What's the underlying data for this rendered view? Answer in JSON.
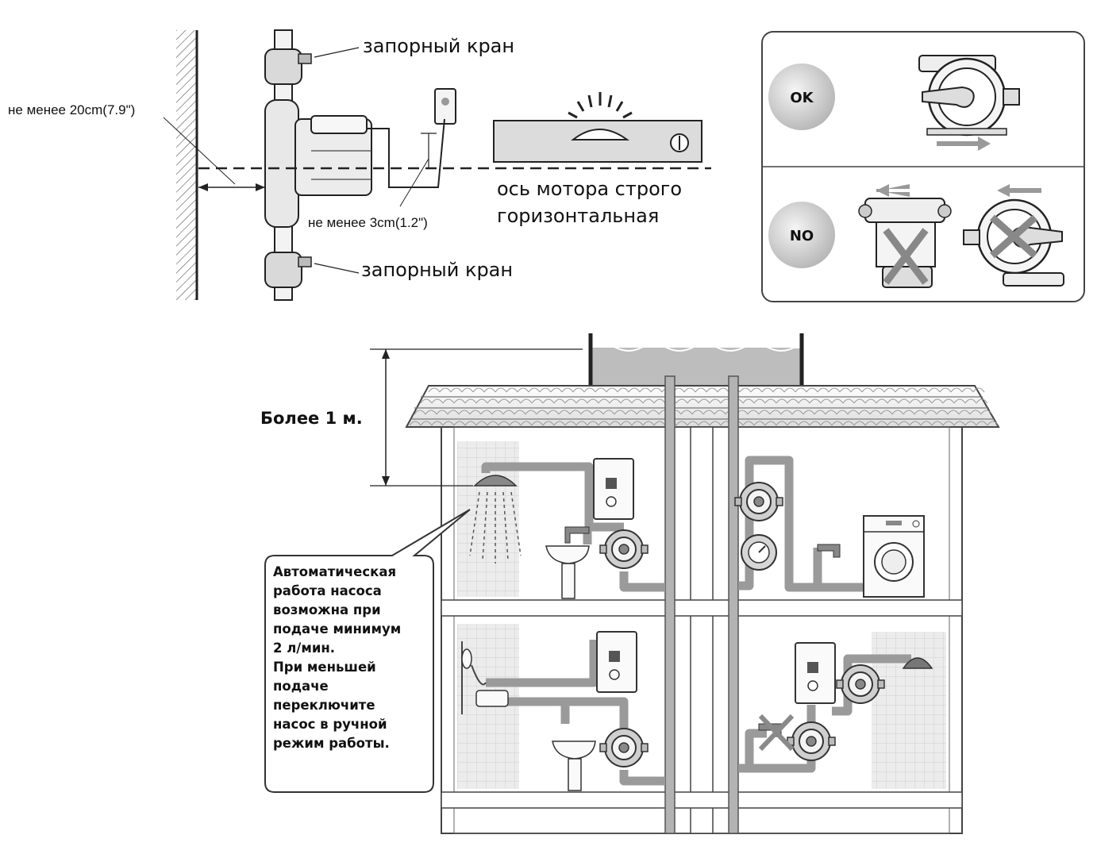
{
  "install": {
    "valve_top": "запорный кран",
    "valve_bottom": "запорный кран",
    "min_wall": "не менее 20cm(7.9\")",
    "min_gap": "не менее 3cm(1.2\")",
    "axis_line1": "ось мотора строго",
    "axis_line2": "горизонтальная"
  },
  "orientation": {
    "ok": "OK",
    "no": "NO"
  },
  "house": {
    "height_label": "Более 1 м.",
    "note": [
      "Автоматическая",
      "работа насоса",
      "возможна при",
      "подаче минимум",
      "2 л/мин.",
      "При меньшей",
      "подаче",
      "переключите",
      "насос в ручной",
      "режим работы."
    ]
  },
  "colors": {
    "pipe": "#9a9a9a",
    "pipe_outline": "#555555",
    "tile": "#e4e4e4",
    "water": "#bdbdbd",
    "cross": "#8a8a8a"
  }
}
